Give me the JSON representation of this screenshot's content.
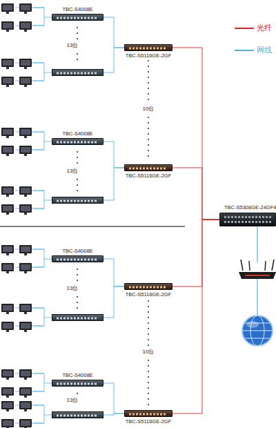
{
  "diagram": {
    "nodes": [
      {
        "text": [
          "TBC-S4008E"
        ]
      },
      {
        "text": [
          "TBC-S5116GE-2GF"
        ]
      },
      {
        "text": [
          "TBC-S4008E"
        ]
      },
      {
        "text": [
          "TBC-S5116GE-2GF"
        ]
      },
      {
        "text": [
          "TBC-S5308GE-24GF4"
        ]
      },
      {
        "text": [
          "TBC-S4008E"
        ]
      },
      {
        "text": [
          "TBC-S5116GE-2GF"
        ]
      },
      {
        "text": [
          "TBC-S4008E"
        ]
      },
      {
        "text": [
          "TBC-S5116GE-2GF"
        ]
      }
    ],
    "edges": [
      {
        "from": 0,
        "to": 1,
        "arrow": "none"
      },
      {
        "from": 2,
        "to": 3,
        "arrow": "none"
      },
      {
        "from": 1,
        "to": 4,
        "arrow": "none"
      },
      {
        "from": 3,
        "to": 4,
        "arrow": "none"
      },
      {
        "from": 5,
        "to": 6,
        "arrow": "none"
      },
      {
        "from": 7,
        "to": 8,
        "arrow": "none"
      },
      {
        "from": 6,
        "to": 4,
        "arrow": "none"
      },
      {
        "from": 8,
        "to": 4,
        "arrow": "none"
      }
    ],
    "labels": [
      "13台",
      "10台",
      "13台",
      "13台",
      "10台",
      "13台"
    ],
    "legend": [
      {
        "text": "光纤"
      },
      {
        "text": "网线"
      }
    ]
  }
}
